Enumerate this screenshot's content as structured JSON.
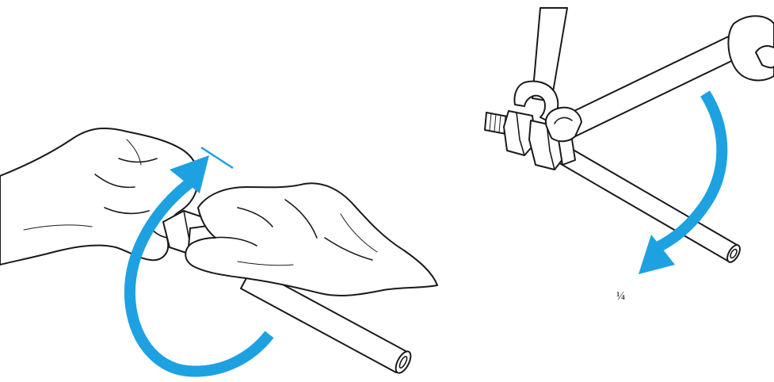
{
  "colors": {
    "arrow": "#1ea1e0",
    "ink": "#1a1a1a",
    "background": "#ffffff"
  },
  "panels": {
    "left": {
      "arrow": "circular-rotation-arrow"
    },
    "right": {
      "arrow": "quarter-turn-arrow",
      "turn_label": "¼"
    }
  }
}
